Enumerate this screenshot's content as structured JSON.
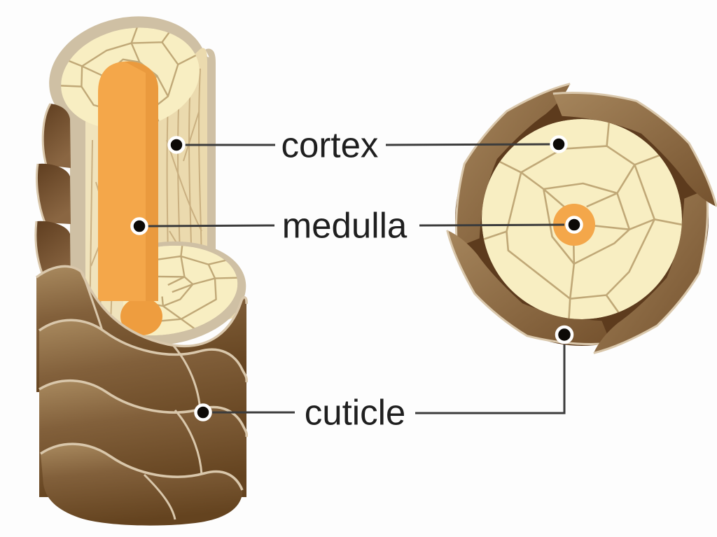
{
  "labels": {
    "cortex": "cortex",
    "medulla": "medulla",
    "cuticle": "cuticle"
  },
  "colors": {
    "background": "#fdfdfd",
    "cuticle_dark_brown": "#5d3b1d",
    "cuticle_base_brown": "#6b4928",
    "cuticle_highlight": "#a5855c",
    "scale_edge_cream": "#d9c7ab",
    "cortex_cream": "#f8eec2",
    "cortex_face": "#ebdaae",
    "cell_line": "#c0a877",
    "medulla_orange": "#f4a74a",
    "rim_tan": "#cfc0a4",
    "leader_line": "#3c3c3c",
    "marker_black": "#0d0a07",
    "label_text": "#1f1f1f"
  }
}
